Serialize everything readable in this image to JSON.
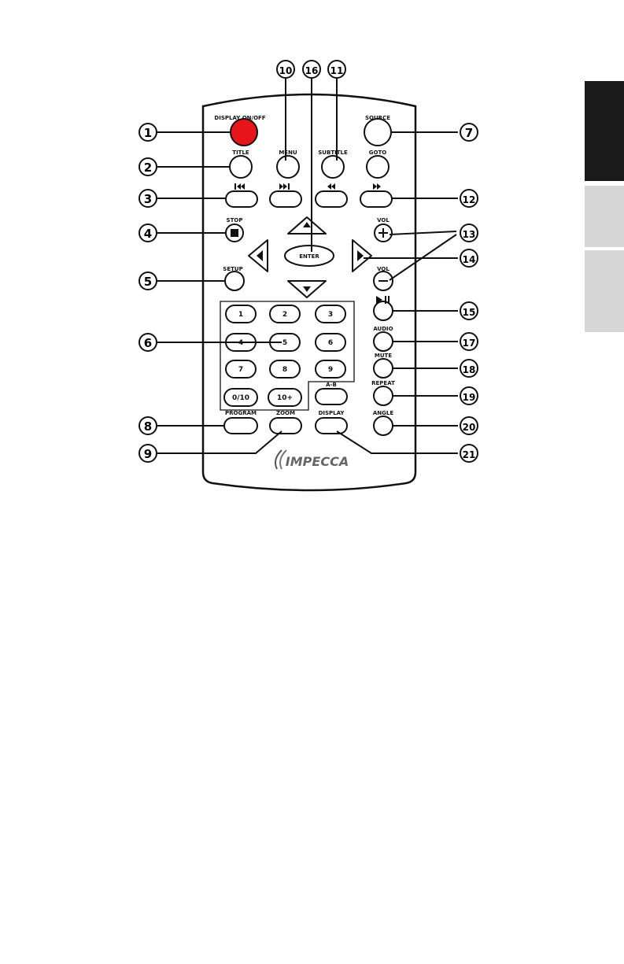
{
  "remote": {
    "top_labels": {
      "display_onoff": "DISPLAY ON/OFF",
      "source": "SOURCE",
      "title": "TITLE",
      "menu": "MENU",
      "subtitle": "SUBTITLE",
      "goto": "GOTO",
      "stop": "STOP",
      "vol_up": "VOL",
      "vol_down": "VOL",
      "setup": "SETUP",
      "enter": "ENTER",
      "audio": "AUDIO",
      "mute": "MUTE",
      "repeat": "REPEAT",
      "angle": "ANGLE",
      "ab": "A-B",
      "program": "PROGRAM",
      "zoom": "ZOOM",
      "display": "DISPLAY"
    },
    "numpad": [
      "1",
      "2",
      "3",
      "4",
      "5",
      "6",
      "7",
      "8",
      "9",
      "0/10",
      "10+"
    ],
    "brand": "IMPECCA"
  },
  "callouts": [
    "1",
    "2",
    "3",
    "4",
    "5",
    "6",
    "7",
    "8",
    "9",
    "10",
    "11",
    "12",
    "13",
    "14",
    "15",
    "16",
    "17",
    "18",
    "19",
    "20",
    "21"
  ],
  "colors": {
    "accent_red": "#e8141b",
    "tab_dark": "#1a1a1a",
    "tab_light": "#d6d6d6"
  }
}
